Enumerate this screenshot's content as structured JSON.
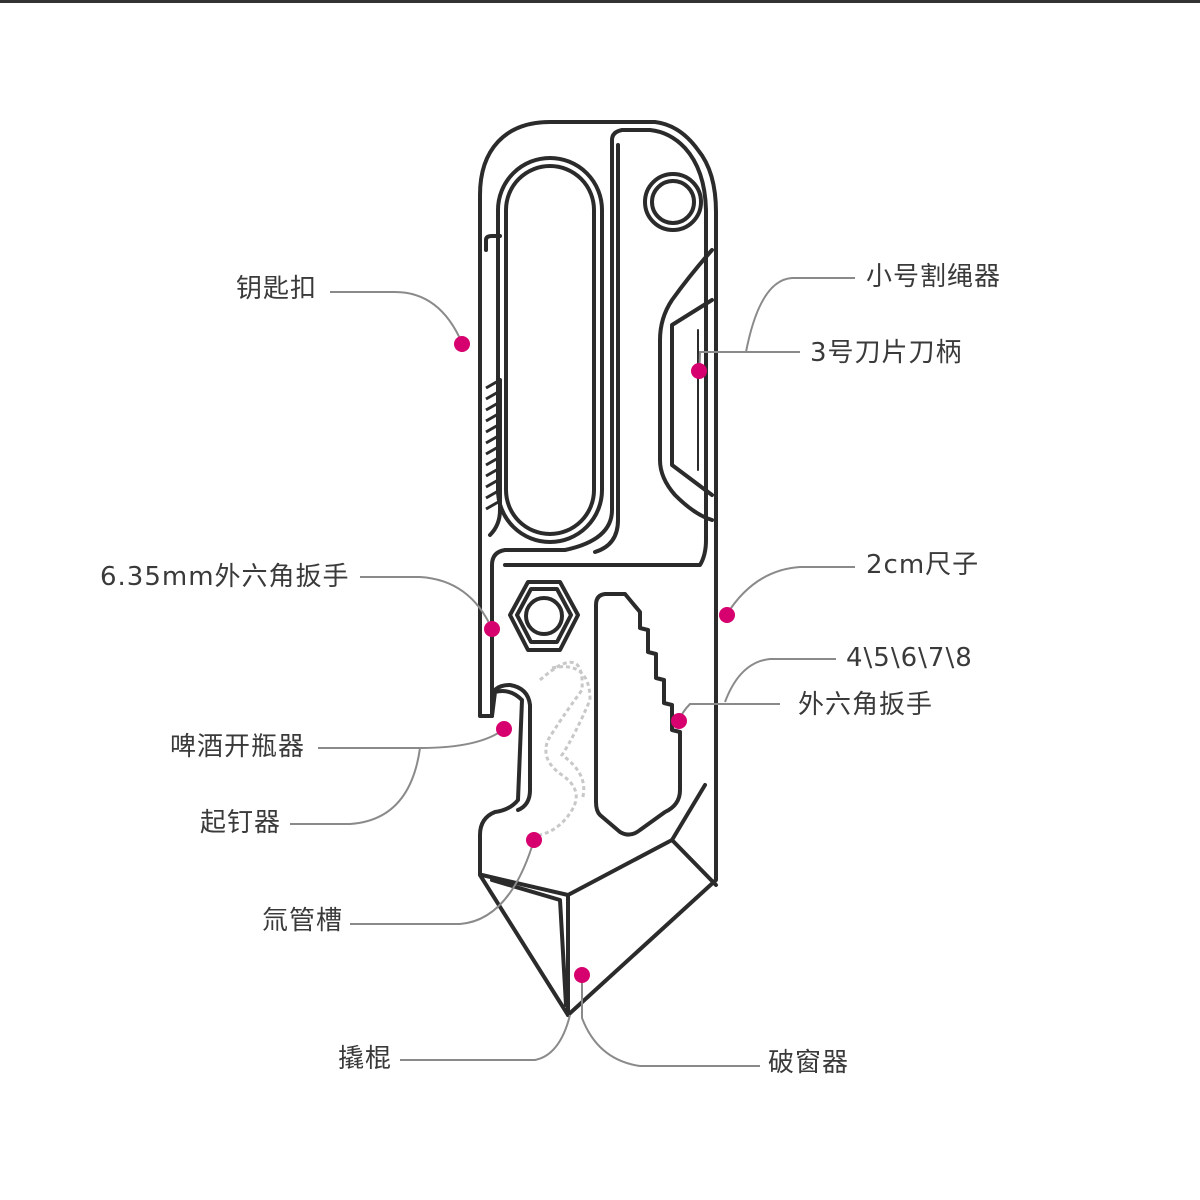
{
  "colors": {
    "outline": "#2b2b2b",
    "leader": "#8a8a8a",
    "marker": "#d6006e",
    "hatch": "#c8c8c8"
  },
  "labels": {
    "keyring": "钥匙扣",
    "small_rope_cutter": "小号割绳器",
    "blade_handle": "3号刀片刀柄",
    "ruler": "2cm尺子",
    "hex_wrench_635": "6.35mm外六角扳手",
    "hex_sizes": "4\\5\\6\\7\\8",
    "hex_wrench": "外六角扳手",
    "bottle_opener": "啤酒开瓶器",
    "nail_puller": "起钉器",
    "valve_slot": "氚管槽",
    "pry_bar": "撬棍",
    "window_breaker": "破窗器"
  }
}
